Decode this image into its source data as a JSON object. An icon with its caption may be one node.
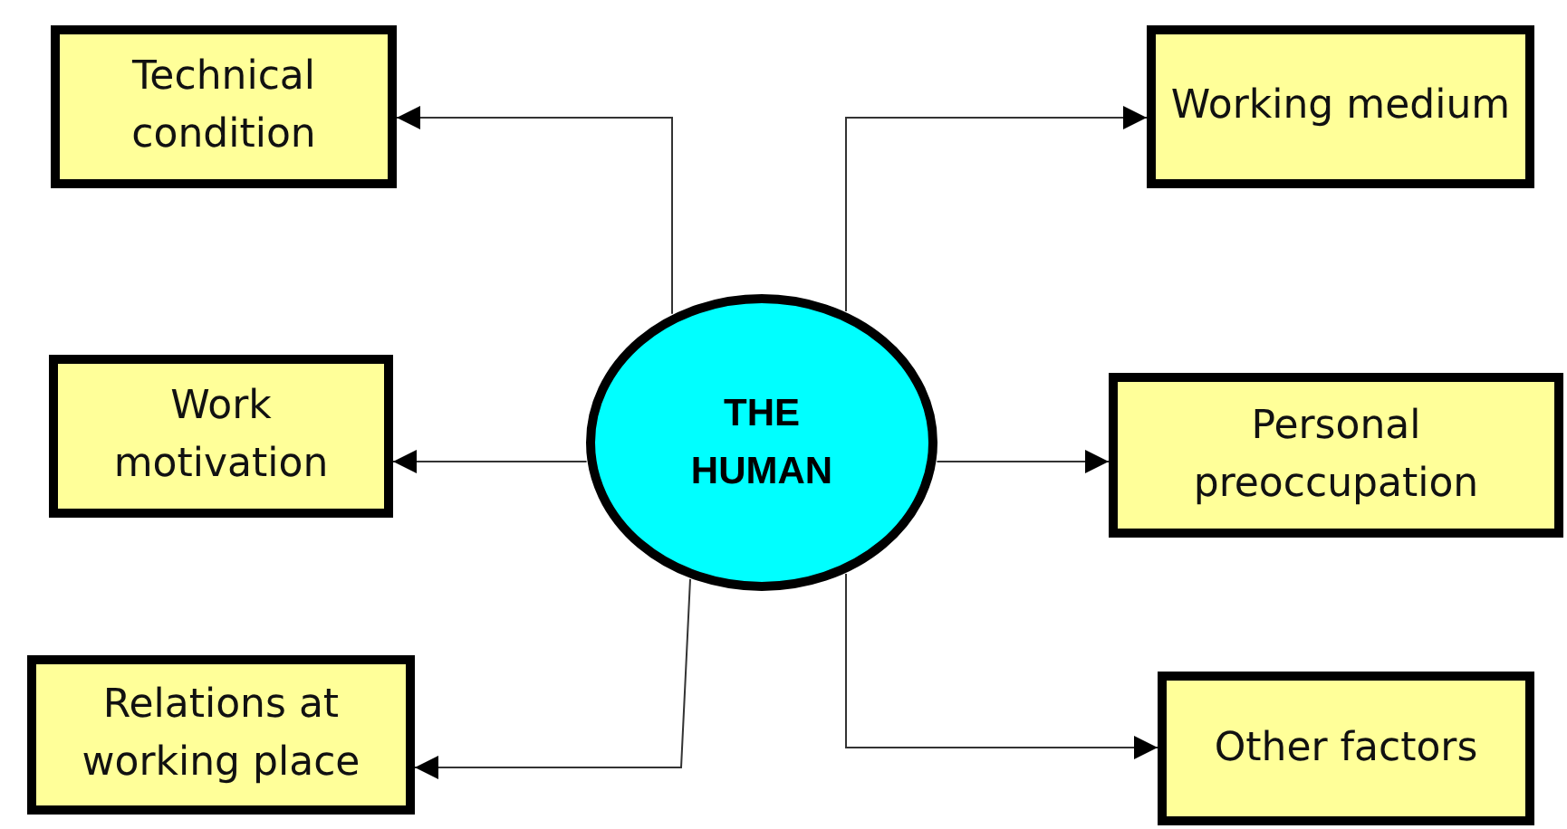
{
  "diagram": {
    "nodes": [
      {
        "text": [
          "Technical condition"
        ]
      },
      {
        "text": [
          "Working medium"
        ]
      },
      {
        "text": [
          "Work motivation"
        ]
      },
      {
        "text": [
          "THE HUMAN"
        ]
      },
      {
        "text": [
          "Personal preoccupation"
        ]
      },
      {
        "text": [
          "Relations at working place"
        ]
      },
      {
        "text": [
          "Other factors"
        ]
      }
    ],
    "edges": [
      {
        "from": 3,
        "to": 0,
        "arrow": "to"
      },
      {
        "from": 3,
        "to": 1,
        "arrow": "to"
      },
      {
        "from": 3,
        "to": 2,
        "arrow": "to"
      },
      {
        "from": 3,
        "to": 4,
        "arrow": "to"
      },
      {
        "from": 3,
        "to": 5,
        "arrow": "to"
      },
      {
        "from": 3,
        "to": 6,
        "arrow": "to"
      }
    ]
  }
}
